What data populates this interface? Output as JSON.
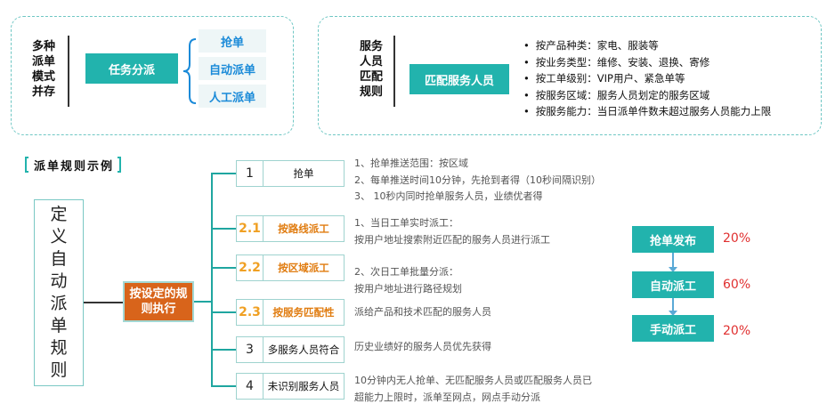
{
  "panel_left": {
    "vertical_title": [
      "多种",
      "派单",
      "模式",
      "并存"
    ],
    "center_label": "任务分派",
    "modes": [
      "抢单",
      "自动派单",
      "人工派单"
    ]
  },
  "panel_right": {
    "vertical_title": [
      "服务",
      "人员",
      "匹配",
      "规则"
    ],
    "center_label": "匹配服务人员",
    "bullets": [
      "按产品种类：家电、服装等",
      "按业务类型：维修、安装、退换、寄修",
      "按工单级别：VIP用户、紧急单等",
      "按服务区域：服务人员划定的服务区域",
      "按服务能力：当日派单件数未超过服务人员能力上限"
    ]
  },
  "section_title": "派单规则示例",
  "main_title_chars": [
    "定",
    "义",
    "自",
    "动",
    "派",
    "单",
    "规",
    "则"
  ],
  "center_rule": [
    "按设定的规",
    "则执行"
  ],
  "rules": [
    {
      "num": "1",
      "label": "抢单",
      "highlight": false
    },
    {
      "num": "2.1",
      "label": "按路线派工",
      "highlight": true
    },
    {
      "num": "2.2",
      "label": "按区域派工",
      "highlight": true
    },
    {
      "num": "2.3",
      "label": "按服务匹配性",
      "highlight": true
    },
    {
      "num": "3",
      "label": "多服务人员符合",
      "highlight": false
    },
    {
      "num": "4",
      "label": "未识别服务人员",
      "highlight": false
    }
  ],
  "descriptions": {
    "r1": [
      "1、抢单推送范围：按区域",
      "2、每单推送时间10分钟，先抢到者得（10秒间隔识别）",
      "3、 10秒内同时抢单服务人员，业绩优者得"
    ],
    "r21": [
      "1、当日工单实时派工：",
      "按用户地址搜索附近匹配的服务人员进行派工"
    ],
    "r22": [
      "2、次日工单批量分派：",
      "按用户地址进行路径规划"
    ],
    "r23": [
      "派给产品和技术匹配的服务人员"
    ],
    "r3": [
      "历史业绩好的服务人员优先获得"
    ],
    "r4": [
      "10分钟内无人抢单、无匹配服务人员或匹配服务人员已",
      "超能力上限时，派单至网点，网点手动分派"
    ]
  },
  "flow": [
    {
      "label": "抢单发布",
      "pct": "20%"
    },
    {
      "label": "自动派工",
      "pct": "60%"
    },
    {
      "label": "手动派工",
      "pct": "20%"
    }
  ]
}
